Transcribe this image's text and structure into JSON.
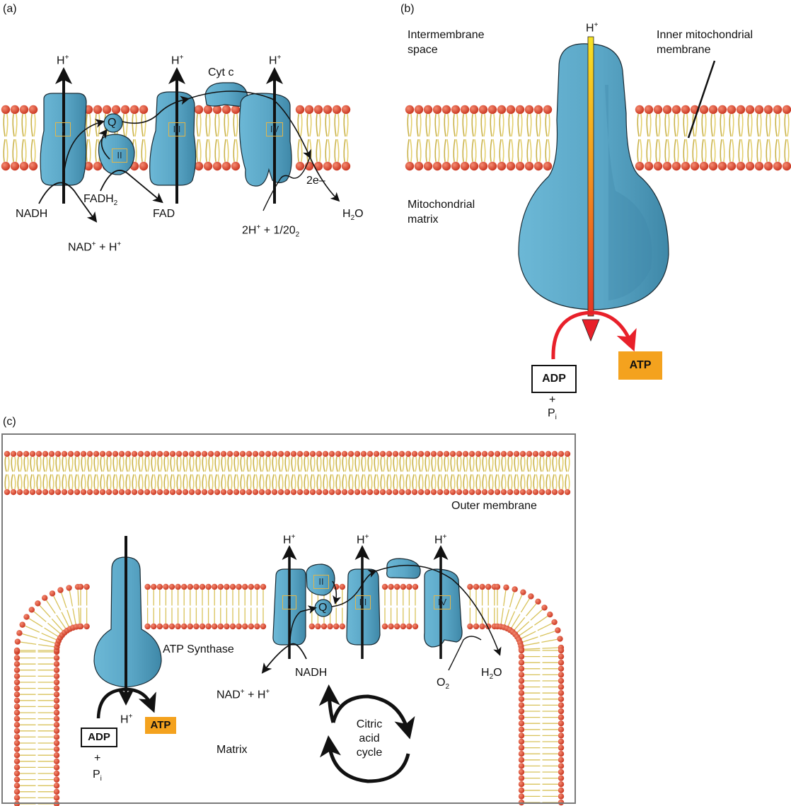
{
  "panels": {
    "a": {
      "letter": "(a)",
      "complexes": [
        "I",
        "II",
        "III",
        "IV"
      ],
      "ubiquinone": "Q",
      "cytochrome": "Cyt c",
      "proton": "H",
      "proton_charge": "+",
      "nadh": "NADH",
      "nad_plus": "NAD",
      "nad_plus_rest": " + H",
      "fadh2": "FADH",
      "fadh2_sub": "2",
      "fad": "FAD",
      "electrons": "2e–",
      "oxygen_reactant": "2H",
      "oxygen_reactant_rest": " + 1/20",
      "oxygen_sub": "2",
      "water": "H",
      "water_sub": "2",
      "water_rest": "O"
    },
    "b": {
      "letter": "(b)",
      "intermembrane_space": [
        "Intermembrane",
        "space"
      ],
      "inner_membrane": [
        "Inner mitochondrial",
        "membrane"
      ],
      "matrix": [
        "Mitochondrial",
        "matrix"
      ],
      "proton": "H",
      "proton_charge": "+",
      "adp": "ADP",
      "plus": "+",
      "pi": "P",
      "pi_sub": "i",
      "atp": "ATP"
    },
    "c": {
      "letter": "(c)",
      "outer_membrane": "Outer membrane",
      "atp_synthase": "ATP Synthase",
      "complexes": [
        "I",
        "II",
        "III",
        "IV"
      ],
      "ubiquinone": "Q",
      "proton": "H",
      "proton_charge": "+",
      "nad_plus": "NAD",
      "nad_plus_rest": " + H",
      "nadh": "NADH",
      "oxygen": "O",
      "oxygen_sub": "2",
      "water": "H",
      "water_sub": "2",
      "water_rest": "O",
      "adp": "ADP",
      "plus": "+",
      "pi": "P",
      "pi_sub": "i",
      "atp": "ATP",
      "matrix": "Matrix",
      "cycle": [
        "Citric",
        "acid",
        "cycle"
      ]
    }
  },
  "colors": {
    "protein": "#5ba8c8",
    "protein_dark": "#3f8aab",
    "lipid_head": "#e0503a",
    "lipid_tail": "#e4cf6c",
    "atp_box": "#f4a21e",
    "red_arrow": "#e8202a",
    "frame": "#7a7a7a"
  }
}
